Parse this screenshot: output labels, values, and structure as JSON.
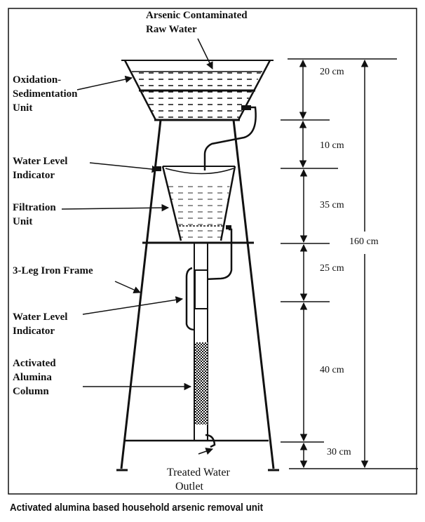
{
  "labels": {
    "raw_water_line1": "Arsenic Contaminated",
    "raw_water_line2": "Raw Water",
    "oxidation_line1": "Oxidation-",
    "oxidation_line2": "Sedimentation",
    "oxidation_line3": "Unit",
    "wli1_line1": "Water Level",
    "wli1_line2": "Indicator",
    "filtration_line1": "Filtration",
    "filtration_line2": "Unit",
    "frame": "3-Leg Iron Frame",
    "wli2_line1": "Water Level",
    "wli2_line2": "Indicator",
    "alumina_line1": "Activated",
    "alumina_line2": "Alumina",
    "alumina_line3": "Column",
    "outlet_line1": "Treated Water",
    "outlet_line2": "Outlet"
  },
  "dimensions": {
    "d1": "20 cm",
    "d2": "10 cm",
    "d3": "35 cm",
    "d4": "25 cm",
    "d5": "40 cm",
    "d6": "30 cm",
    "total": "160 cm"
  },
  "caption": "Activated alumina based household arsenic removal unit"
}
